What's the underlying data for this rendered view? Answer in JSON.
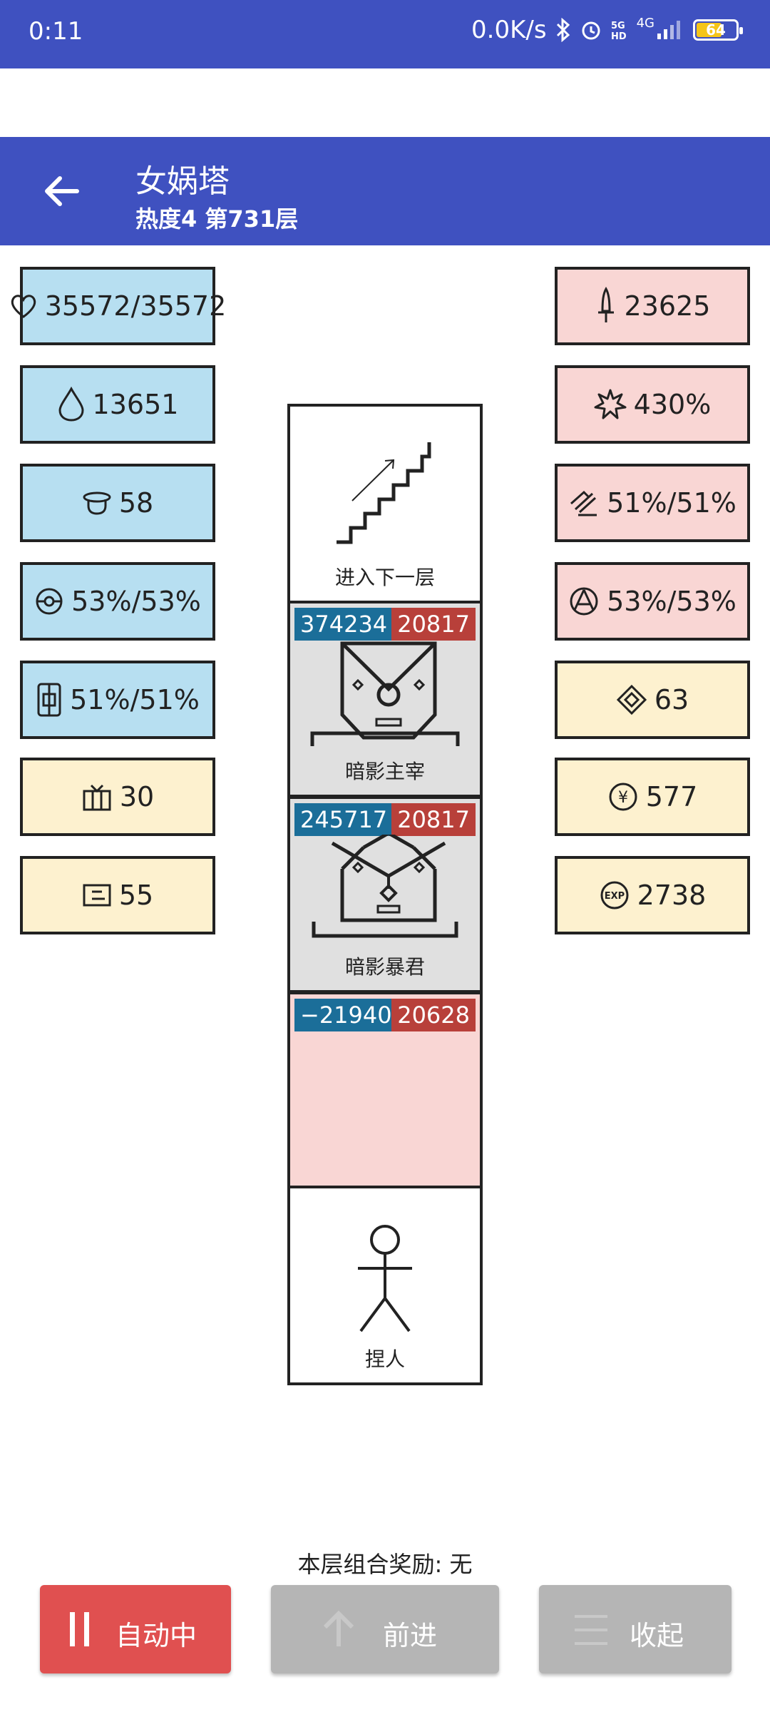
{
  "status_bar": {
    "time": "0:11",
    "net_speed": "0.0K/s",
    "signal_text": "4G",
    "battery": "64",
    "battery_level": 0.64
  },
  "app_bar": {
    "title": "女娲塔",
    "subtitle": "热度4 第731层"
  },
  "left_stats": [
    {
      "icon": "heart-icon",
      "value": "35572/35572"
    },
    {
      "icon": "drop-icon",
      "value": "13651"
    },
    {
      "icon": "helmet-icon",
      "value": "58"
    },
    {
      "icon": "orb-icon",
      "value": "53%/53%"
    },
    {
      "icon": "shield-icon",
      "value": "51%/51%"
    },
    {
      "icon": "gift-icon",
      "value": "30"
    },
    {
      "icon": "card-icon",
      "value": "55"
    }
  ],
  "right_stats": [
    {
      "icon": "sword-icon",
      "value": "23625"
    },
    {
      "icon": "burst-icon",
      "value": "430%"
    },
    {
      "icon": "slash-icon",
      "value": "51%/51%"
    },
    {
      "icon": "triangle-icon",
      "value": "53%/53%"
    },
    {
      "icon": "diamond-icon",
      "value": "63"
    },
    {
      "icon": "yen-icon",
      "value": "577"
    },
    {
      "icon": "exp-icon",
      "value": "2738"
    }
  ],
  "tower": {
    "stairs_label": "进入下一层",
    "monster1": {
      "name": "暗影主宰",
      "hp": "374234",
      "atk": "20817"
    },
    "monster2": {
      "name": "暗影暴君",
      "hp": "245717",
      "atk": "20817"
    },
    "empty_cell": {
      "hp": "−21940",
      "atk": "20628"
    },
    "player_label": "捏人"
  },
  "reward_text": "本层组合奖励: 无",
  "buttons": {
    "auto": "自动中",
    "forward": "前进",
    "collapse": "收起"
  },
  "colors": {
    "primary": "#3f51c0",
    "stat_blue": "#b7dff1",
    "stat_pink": "#f9d6d4",
    "stat_yellow": "#fdf1cf",
    "hp_tag": "#1b6e99",
    "atk_tag": "#b8403a",
    "auto_button": "#e05050",
    "disabled_button": "#b5b5b5"
  }
}
